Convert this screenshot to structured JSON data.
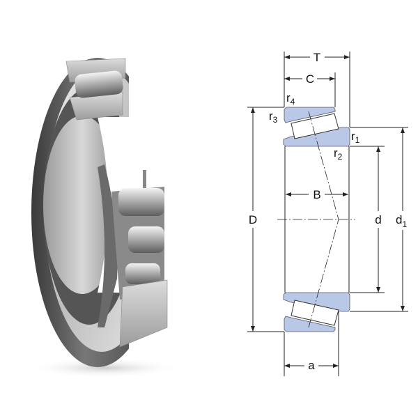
{
  "colors": {
    "ring_fill": "#b9c8e6",
    "line": "#222222",
    "metal_light": "#e6e6e6",
    "metal_dark": "#5a5a5a"
  },
  "drawing": {
    "T": "T",
    "C": "C",
    "B": "B",
    "D": "D",
    "d": "d",
    "a": "a",
    "d1": {
      "main": "d",
      "sub": "1"
    },
    "r1": {
      "main": "r",
      "sub": "1"
    },
    "r2": {
      "main": "r",
      "sub": "2"
    },
    "r3": {
      "main": "r",
      "sub": "3"
    },
    "r4": {
      "main": "r",
      "sub": "4"
    }
  }
}
